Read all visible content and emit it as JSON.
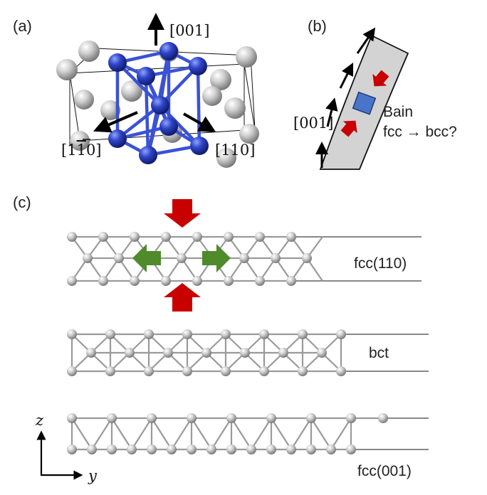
{
  "panels": {
    "a": "(a)",
    "b": "(b)",
    "c": "(c)"
  },
  "panel_a": {
    "dir_up": "[001]",
    "dir_left_pre": "[1",
    "dir_left_bar": "1",
    "dir_left_post": "0]",
    "dir_right": "[110]"
  },
  "panel_b": {
    "dir": "[001]",
    "text_line1": "Bain",
    "text_line2": "fcc → bcc?"
  },
  "panel_c": {
    "structures": [
      "fcc(110)",
      "bct",
      "fcc(001)"
    ],
    "axis_z": "z",
    "axis_y": "y"
  },
  "colors": {
    "atom_gray": "#b8b8b8",
    "atom_blue": "#2f45c8",
    "bond_blue": "#3a52d4",
    "arrow_red": "#c80000",
    "arrow_green": "#4f8a2b",
    "wire_gray": "#d3d3d3",
    "bain_box": "#4a74c9"
  }
}
